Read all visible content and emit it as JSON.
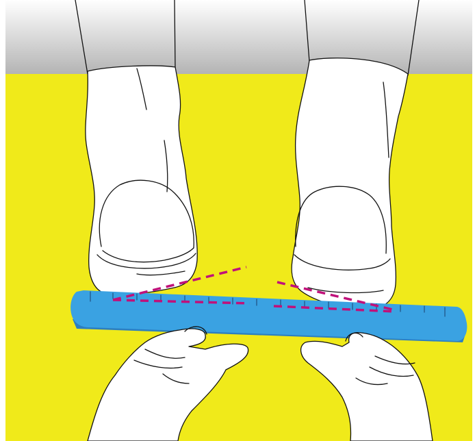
{
  "illustration": {
    "subject": "feet-on-ruler-measurement",
    "colors": {
      "background": "#f0ea1a",
      "wall_top": "#ffffff",
      "wall_bottom": "#b4b4b4",
      "ruler": "#3aa2e2",
      "ruler_edge": "#2c7fc0",
      "guide_lines": "#c0117a",
      "outline": "#111111",
      "sock": "#ffffff"
    },
    "icons": [
      "left-foot",
      "right-foot",
      "ruler",
      "left-hand",
      "right-hand",
      "angle-guide-lines"
    ]
  }
}
